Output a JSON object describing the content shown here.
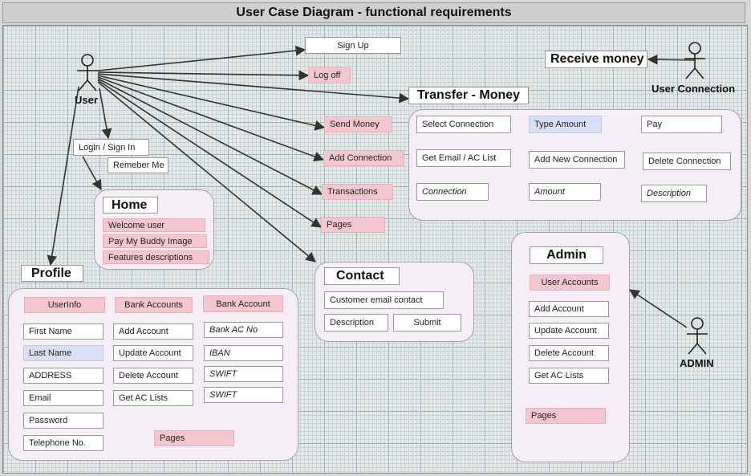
{
  "title": "User Case Diagram - functional requirements",
  "actors": {
    "user": "User",
    "user_connection": "User Connection",
    "admin": "ADMIN"
  },
  "main_actions": {
    "sign_up": "Sign Up",
    "log_off": "Log off",
    "transfer_money": "Transfer - Money",
    "send_money": "Send Money",
    "add_connection": "Add Connection",
    "transactions": "Transactions",
    "pages": "Pages",
    "contact": "Contact",
    "login": "Login / Sign In",
    "remember_me": "Remeber Me",
    "receive_money": "Receive money"
  },
  "home": {
    "title": "Home",
    "items": [
      "Welcome user",
      "Pay My Buddy Image",
      "Features descriptions"
    ]
  },
  "transfer": {
    "row1": [
      "Select Connection",
      "Type Amount",
      "Pay"
    ],
    "row2": [
      "Get Email / AC List",
      "Add New Connection",
      "Delete Connection"
    ],
    "row3": [
      "Connection",
      "Amount",
      "Description"
    ]
  },
  "contact": {
    "title": "Contact",
    "customer_email": "Customer email contact",
    "description": "Description",
    "submit": "Submit"
  },
  "profile": {
    "title": "Profile",
    "userinfo_header": "UserInfo",
    "userinfo": [
      "First Name",
      "Last Name",
      "ADDRESS",
      "Email",
      "Password",
      "Telephone No."
    ],
    "bank_accounts_header": "Bank Accounts",
    "bank_accounts": [
      "Add Account",
      "Update Account",
      "Delete Account",
      "Get AC Lists"
    ],
    "bank_account_header": "Bank Account",
    "bank_account": [
      "Bank AC No",
      "IBAN",
      "SWIFT",
      "SWIFT"
    ],
    "pages": "Pages"
  },
  "admin": {
    "title": "Admin",
    "header": "User Accounts",
    "items": [
      "Add Account",
      "Update Account",
      "Delete Account",
      "Get AC Lists"
    ],
    "pages": "Pages"
  },
  "colors": {
    "pink": "#f4c6cf",
    "blue": "#d9e0f6",
    "panel": "#f6eef6",
    "line": "#333333"
  }
}
